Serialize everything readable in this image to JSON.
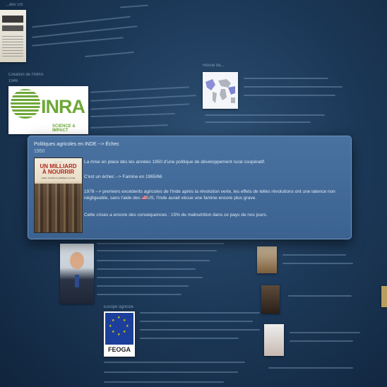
{
  "background_color": "#1d3a5a",
  "card": {
    "title": "Politiques agricoles en INDE --> Échec",
    "year": "1950",
    "cover": {
      "top": "— — —",
      "title": "UN MILLIARD\nÀ NOURRIR",
      "subtitle": "Grain, territoire et politiques en Inde"
    },
    "paragraphs": [
      "La mise en place dès les années 1950 d'une politique de développement rural coopératif.",
      "C'est un échec --> Famine en 1965/66",
      "1978 --> premiers excédents agricoles de l'Inde après la révolution verte, les effets de telles révolutions ont une latence non négligeable, sans l'aide des 🇺🇸US, l'Inde aurait vécue une famine encore plus grave.",
      "Cette crises a encore des conséquences : 15% de malnutrition dans ce pays de nos jours."
    ]
  },
  "background_items": {
    "top_left_label": "...des US",
    "inra_heading": "Création de l'INRA",
    "inra_year": "1946",
    "inra_logo": "INRA",
    "inra_tagline": "SCIENCE & IMPACT",
    "map_heading": "Revue de...",
    "feoga_label": "FEOGA",
    "europe_heading": "Europe agricole"
  },
  "colors": {
    "card_bg": "#3f6694",
    "inra_green": "#6fa83a",
    "cover_red": "#b0261e",
    "eu_blue": "#1b3f9a"
  }
}
